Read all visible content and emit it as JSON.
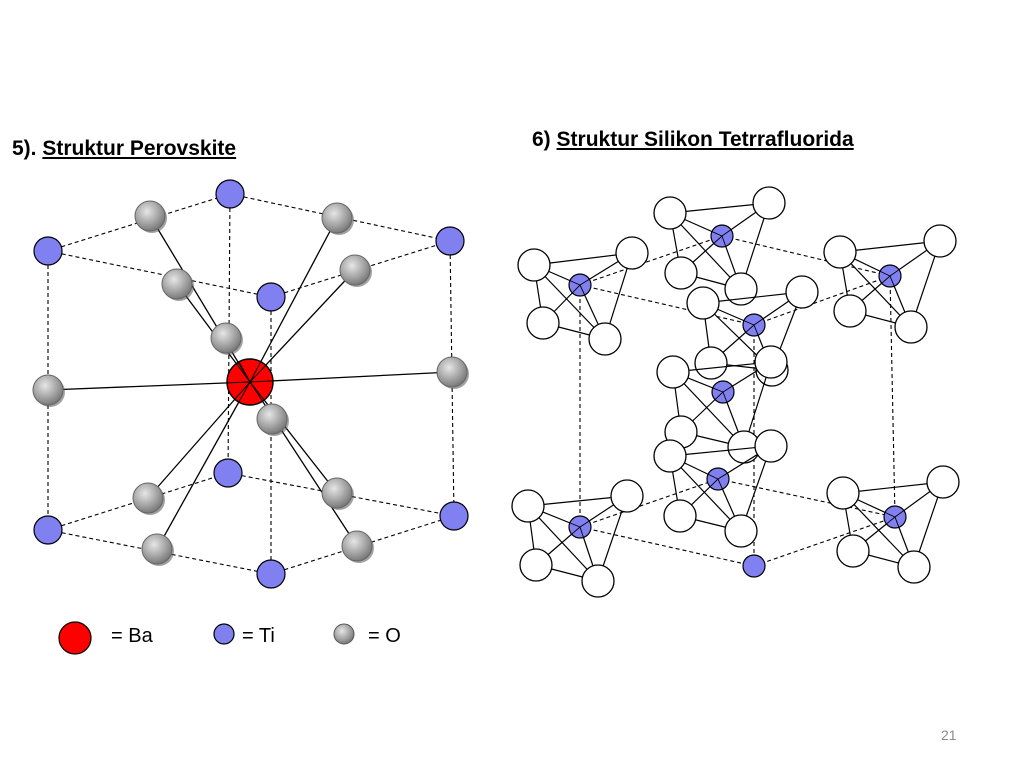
{
  "slide": {
    "page_number": "21"
  },
  "perovskite": {
    "number": "5).",
    "title": "Struktur Perovskite",
    "legend": [
      {
        "symbol": "ba",
        "label": "= Ba",
        "color": "#ff0000"
      },
      {
        "symbol": "ti",
        "label": "= Ti",
        "color": "#8080f0"
      },
      {
        "symbol": "o",
        "label": "= O",
        "color": "#a6a6a6"
      }
    ]
  },
  "sif4": {
    "number": "6)",
    "title": "Struktur Silikon Tetrrafluorida",
    "colors": {
      "si": "#8080f0",
      "f": "#ffffff"
    }
  }
}
